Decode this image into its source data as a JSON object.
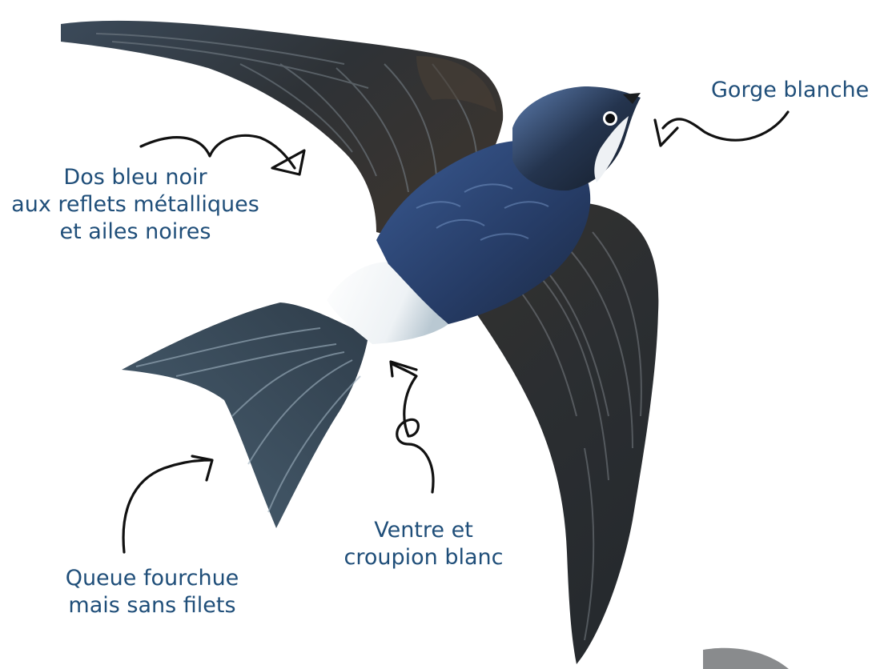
{
  "labels": {
    "throat": "Gorge blanche",
    "back": [
      "Dos bleu noir",
      "aux reflets métalliques",
      "et ailes noires"
    ],
    "belly": [
      "Ventre et",
      "croupion blanc"
    ],
    "tail": [
      "Queue fourchue",
      "mais sans filets"
    ]
  },
  "colors": {
    "label_text": "#1f4e79",
    "arrow": "#111111",
    "wing_dark": "#2c3034",
    "back_blue": "#2e4470",
    "head_dark": "#1e2a3a",
    "white_rump": "#f2f4f6",
    "tail_slate": "#3a4a58"
  },
  "icons": {
    "bird": "house-martin-illustration",
    "arrows": "hand-drawn-arrow"
  }
}
